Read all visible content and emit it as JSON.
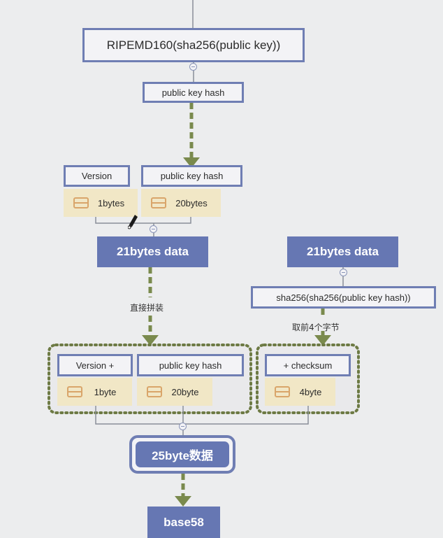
{
  "nodes": {
    "ripemd": "RIPEMD160(sha256(public key))",
    "pkh_top": "public key hash",
    "version_header": "Version",
    "pkh_header": "public key hash",
    "version_bytes": "1bytes",
    "pkh_bytes": "20bytes",
    "data21_left": "21bytes data",
    "data21_right": "21bytes data",
    "double_sha": "sha256(sha256(public key hash))",
    "version_plus": "Version +",
    "pkh_group": "public key hash",
    "checksum": "+ checksum",
    "byte1": "1byte",
    "byte20": "20byte",
    "byte4": "4byte",
    "data25": "25byte数据",
    "base58": "base58"
  },
  "labels": {
    "concat": "直接拼装",
    "take_first4": "取前4个字节"
  },
  "colors": {
    "node_border": "#6f7eb3",
    "node_fill": "#6677b3",
    "sub_fill": "#f1e7c6",
    "arrow": "#7a8a4d",
    "dotted_group": "#6d7a44"
  }
}
